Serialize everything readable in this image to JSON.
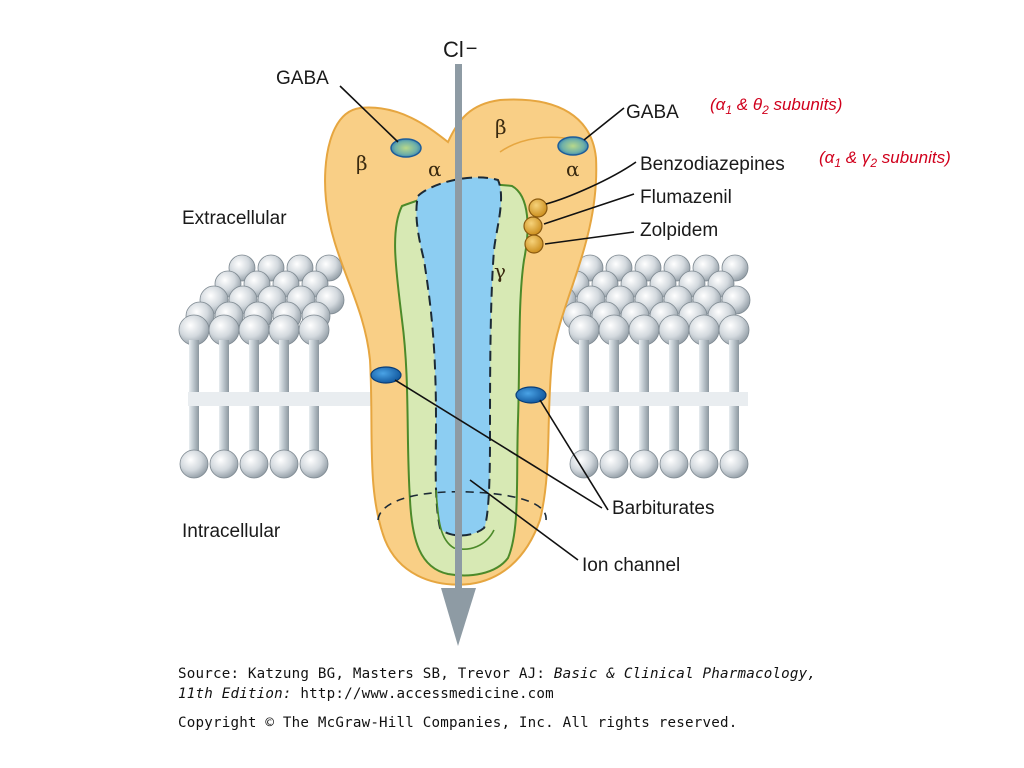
{
  "labels": {
    "chloride": "Cl",
    "chloride_charge": "−",
    "gaba_left": "GABA",
    "gaba_right": "GABA",
    "gaba_note": "(α",
    "gaba_note_sub1": "1",
    "gaba_note_mid": " & θ",
    "gaba_note_sub2": "2",
    "gaba_note_end": " subunits)",
    "benzo": "Benzodiazepines",
    "benzo_note": "(α",
    "benzo_note_sub1": "1",
    "benzo_note_mid": " & γ",
    "benzo_note_sub2": "2",
    "benzo_note_end": " subunits)",
    "flumazenil": "Flumazenil",
    "zolpidem": "Zolpidem",
    "extracellular": "Extracellular",
    "intracellular": "Intracellular",
    "barbiturates": "Barbiturates",
    "ion_channel": "Ion channel",
    "subunit_beta_left": "β",
    "subunit_alpha_left": "α",
    "subunit_beta_right": "β",
    "subunit_alpha_right": "α",
    "subunit_gamma": "γ"
  },
  "source": {
    "line1_prefix": "Source: Katzung BG, Masters SB, Trevor AJ: ",
    "line1_title": "Basic & Clinical Pharmacology,",
    "line2_edition": "11th Edition:",
    "line2_url": " http://www.accessmedicine.com",
    "copyright": "Copyright © The McGraw-Hill Companies, Inc. All rights reserved."
  },
  "colors": {
    "receptor": "#f9cf86",
    "channel_ring": "#d7e9b4",
    "pore": "#8ccdf2",
    "arrow": "#8e9ba4",
    "membrane_head": "#cfd6dc",
    "annotation": "#d0001c"
  }
}
